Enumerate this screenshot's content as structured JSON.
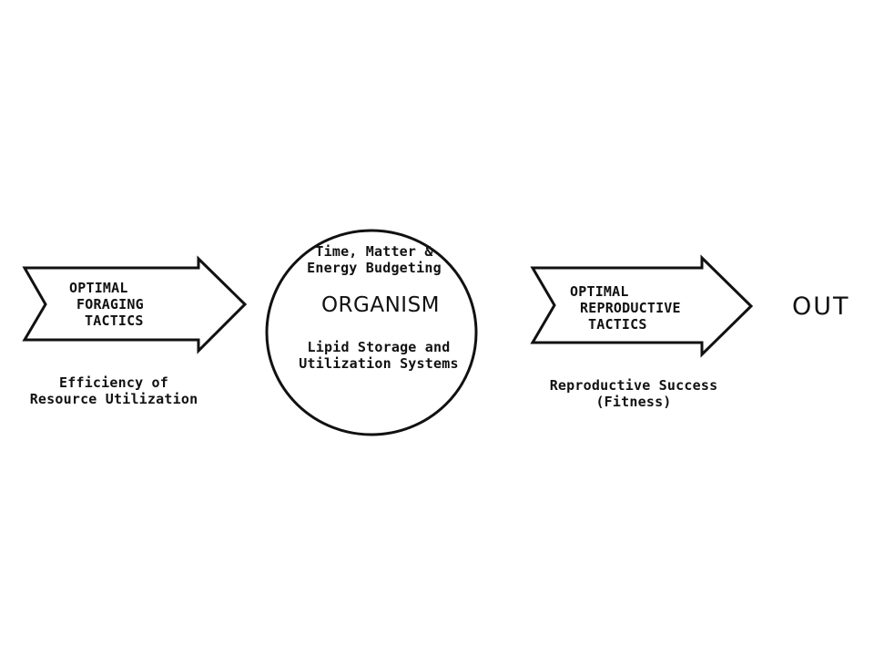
{
  "left_arrow": {
    "lines": [
      "OPTIMAL",
      "FORAGING",
      "TACTICS"
    ],
    "caption": [
      "Efficiency of",
      "Resource Utilization"
    ]
  },
  "organism": {
    "top_lines": [
      "Time, Matter &",
      "Energy Budgeting"
    ],
    "title": "ORGANISM",
    "bottom_lines": [
      "Lipid Storage and",
      "Utilization Systems"
    ]
  },
  "right_arrow": {
    "lines": [
      "OPTIMAL",
      "REPRODUCTIVE",
      "TACTICS"
    ],
    "caption": [
      "Reproductive Success",
      "(Fitness)"
    ]
  },
  "output_label": "OUT"
}
